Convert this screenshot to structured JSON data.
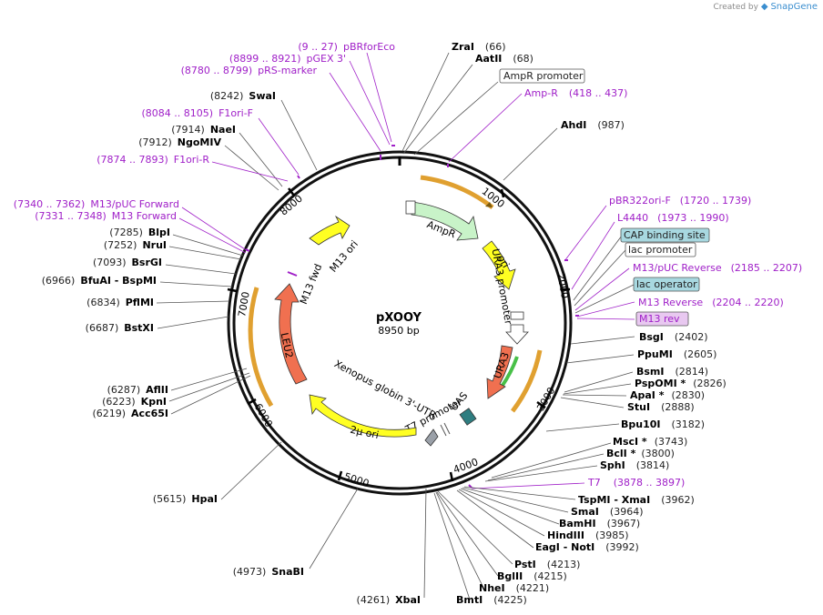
{
  "credit": {
    "prefix": "Created by",
    "brand": "SnapGene"
  },
  "plasmid": {
    "name": "pXOOY",
    "size": "8950 bp"
  },
  "ticks": [
    "1000",
    "2000",
    "3000",
    "4000",
    "5000",
    "6000",
    "7000",
    "8000"
  ],
  "features": [
    {
      "label": "AmpR",
      "color": "#c8f3c8"
    },
    {
      "label": "ori",
      "color": "#ffff22"
    },
    {
      "label": "URA3 promoter",
      "color": "#ffffff"
    },
    {
      "label": "URA3",
      "color": "#f07050"
    },
    {
      "label": "UAS",
      "color": "#2e7d80"
    },
    {
      "label": "T7 promoter",
      "color": "#ffffff"
    },
    {
      "label": "Xenopus globin 3'-UTR",
      "color": "#d8d8d8"
    },
    {
      "label": "2µ ori",
      "color": "#ffff22"
    },
    {
      "label": "LEU2",
      "color": "#f07050"
    },
    {
      "label": "M13 fwd",
      "color": "#a020c8"
    },
    {
      "label": "M13 ori",
      "color": "#ffff22"
    }
  ],
  "left_labels": [
    {
      "pos": "(9 .. 27)",
      "name": "pBRforEco"
    },
    {
      "pos": "(8899 .. 8921)",
      "name": "pGEX 3'"
    },
    {
      "pos": "(8780 .. 8799)",
      "name": "pRS-marker"
    },
    {
      "pos": "(8242)",
      "name": "SwaI"
    },
    {
      "pos": "(8084 .. 8105)",
      "name": "F1ori-F"
    },
    {
      "pos": "(7914)",
      "name": "NaeI"
    },
    {
      "pos": "(7912)",
      "name": "NgoMIV"
    },
    {
      "pos": "(7874 .. 7893)",
      "name": "F1ori-R"
    },
    {
      "pos": "(7340 .. 7362)",
      "name": "M13/pUC Forward"
    },
    {
      "pos": "(7331 .. 7348)",
      "name": "M13 Forward"
    },
    {
      "pos": "(7285)",
      "name": "BlpI"
    },
    {
      "pos": "(7252)",
      "name": "NruI"
    },
    {
      "pos": "(7093)",
      "name": "BsrGI"
    },
    {
      "pos": "(6966)",
      "name": "BfuAI - BspMI"
    },
    {
      "pos": "(6834)",
      "name": "PflMI"
    },
    {
      "pos": "(6687)",
      "name": "BstXI"
    },
    {
      "pos": "(6287)",
      "name": "AflII"
    },
    {
      "pos": "(6223)",
      "name": "KpnI"
    },
    {
      "pos": "(6219)",
      "name": "Acc65I"
    },
    {
      "pos": "(5615)",
      "name": "HpaI"
    },
    {
      "pos": "(4973)",
      "name": "SnaBI"
    },
    {
      "pos": "(4261)",
      "name": "XbaI"
    }
  ],
  "right_labels": [
    {
      "name": "ZraI",
      "pos": "(66)"
    },
    {
      "name": "AatII",
      "pos": "(68)"
    },
    {
      "name": "AmpR promoter",
      "pos": ""
    },
    {
      "name": "Amp-R",
      "pos": "(418 .. 437)"
    },
    {
      "name": "AhdI",
      "pos": "(987)"
    },
    {
      "name": "pBR322ori-F",
      "pos": "(1720 .. 1739)"
    },
    {
      "name": "L4440",
      "pos": "(1973 .. 1990)"
    },
    {
      "name": "CAP binding site",
      "pos": ""
    },
    {
      "name": "lac promoter",
      "pos": ""
    },
    {
      "name": "M13/pUC Reverse",
      "pos": "(2185 .. 2207)"
    },
    {
      "name": "lac operator",
      "pos": ""
    },
    {
      "name": "M13 Reverse",
      "pos": "(2204 .. 2220)"
    },
    {
      "name": "M13 rev",
      "pos": ""
    },
    {
      "name": "BsgI",
      "pos": "(2402)"
    },
    {
      "name": "PpuMI",
      "pos": "(2605)"
    },
    {
      "name": "BsmI",
      "pos": "(2814)"
    },
    {
      "name": "PspOMI *",
      "pos": "(2826)"
    },
    {
      "name": "ApaI *",
      "pos": "(2830)"
    },
    {
      "name": "StuI",
      "pos": "(2888)"
    },
    {
      "name": "Bpu10I",
      "pos": "(3182)"
    },
    {
      "name": "MscI *",
      "pos": "(3743)"
    },
    {
      "name": "BclI *",
      "pos": "(3800)"
    },
    {
      "name": "SphI",
      "pos": "(3814)"
    },
    {
      "name": "T7",
      "pos": "(3878 .. 3897)"
    },
    {
      "name": "TspMI - XmaI",
      "pos": "(3962)"
    },
    {
      "name": "SmaI",
      "pos": "(3964)"
    },
    {
      "name": "BamHI",
      "pos": "(3967)"
    },
    {
      "name": "HindIII",
      "pos": "(3985)"
    },
    {
      "name": "EagI - NotI",
      "pos": "(3992)"
    },
    {
      "name": "PstI",
      "pos": "(4213)"
    },
    {
      "name": "BglII",
      "pos": "(4215)"
    },
    {
      "name": "NheI",
      "pos": "(4221)"
    },
    {
      "name": "BmtI",
      "pos": "(4225)"
    }
  ]
}
